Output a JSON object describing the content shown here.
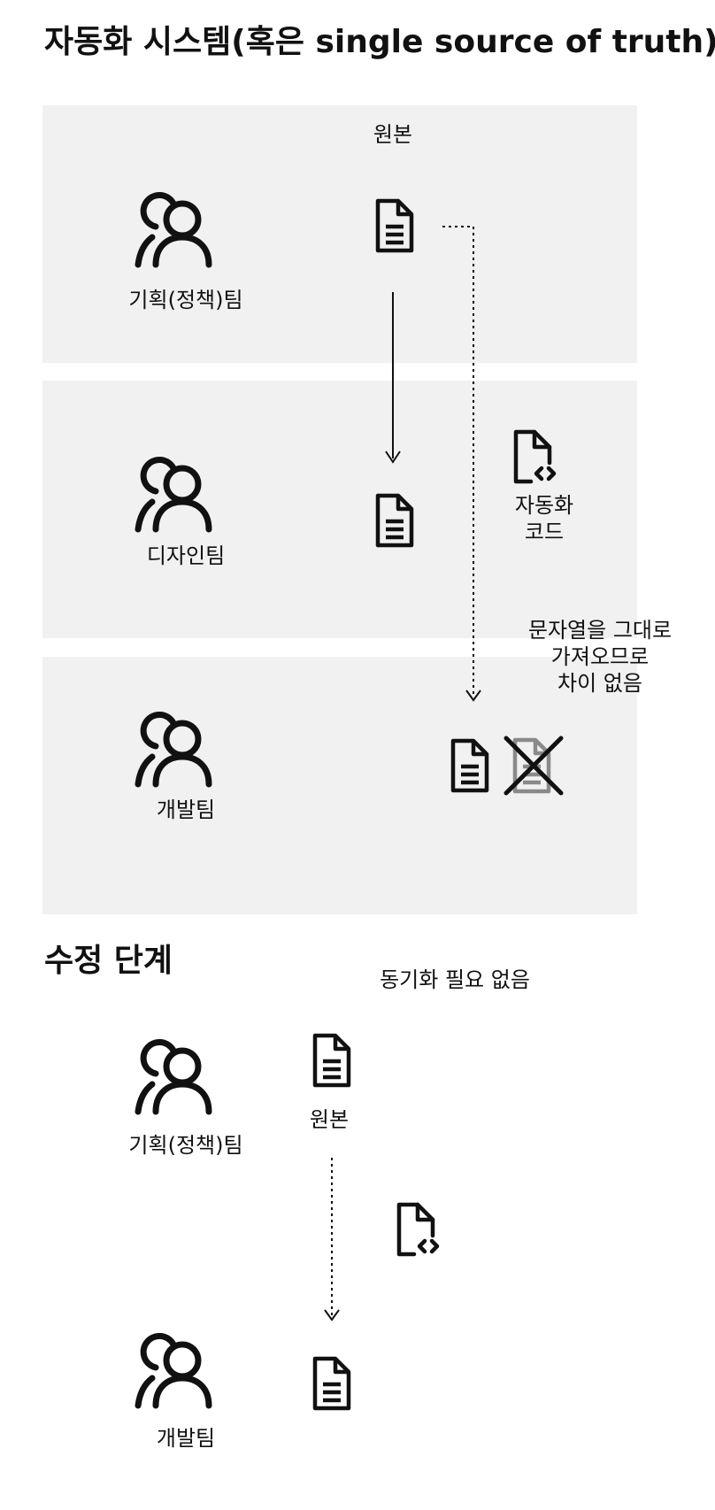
{
  "section1": {
    "title": "자동화 시스템(혹은 single source of truth)",
    "original_label": "원본",
    "automation_code_label_1": "자동화",
    "automation_code_label_2": "코드",
    "note_line_1": "문자열을 그대로",
    "note_line_2": "가져오므로",
    "note_line_3": "차이 없음",
    "lanes": [
      {
        "team": "기획(정책)팀"
      },
      {
        "team": "디자인팀"
      },
      {
        "team": "개발팀"
      }
    ]
  },
  "section2": {
    "title": "수정 단계",
    "sync_note": "동기화 필요 없음",
    "original_label": "원본",
    "planning_team": "기획(정책)팀",
    "dev_team": "개발팀"
  },
  "icons": {
    "person": "users-icon",
    "document": "document-icon",
    "code_file": "code-file-icon",
    "crossed_document": "crossed-document-icon"
  }
}
